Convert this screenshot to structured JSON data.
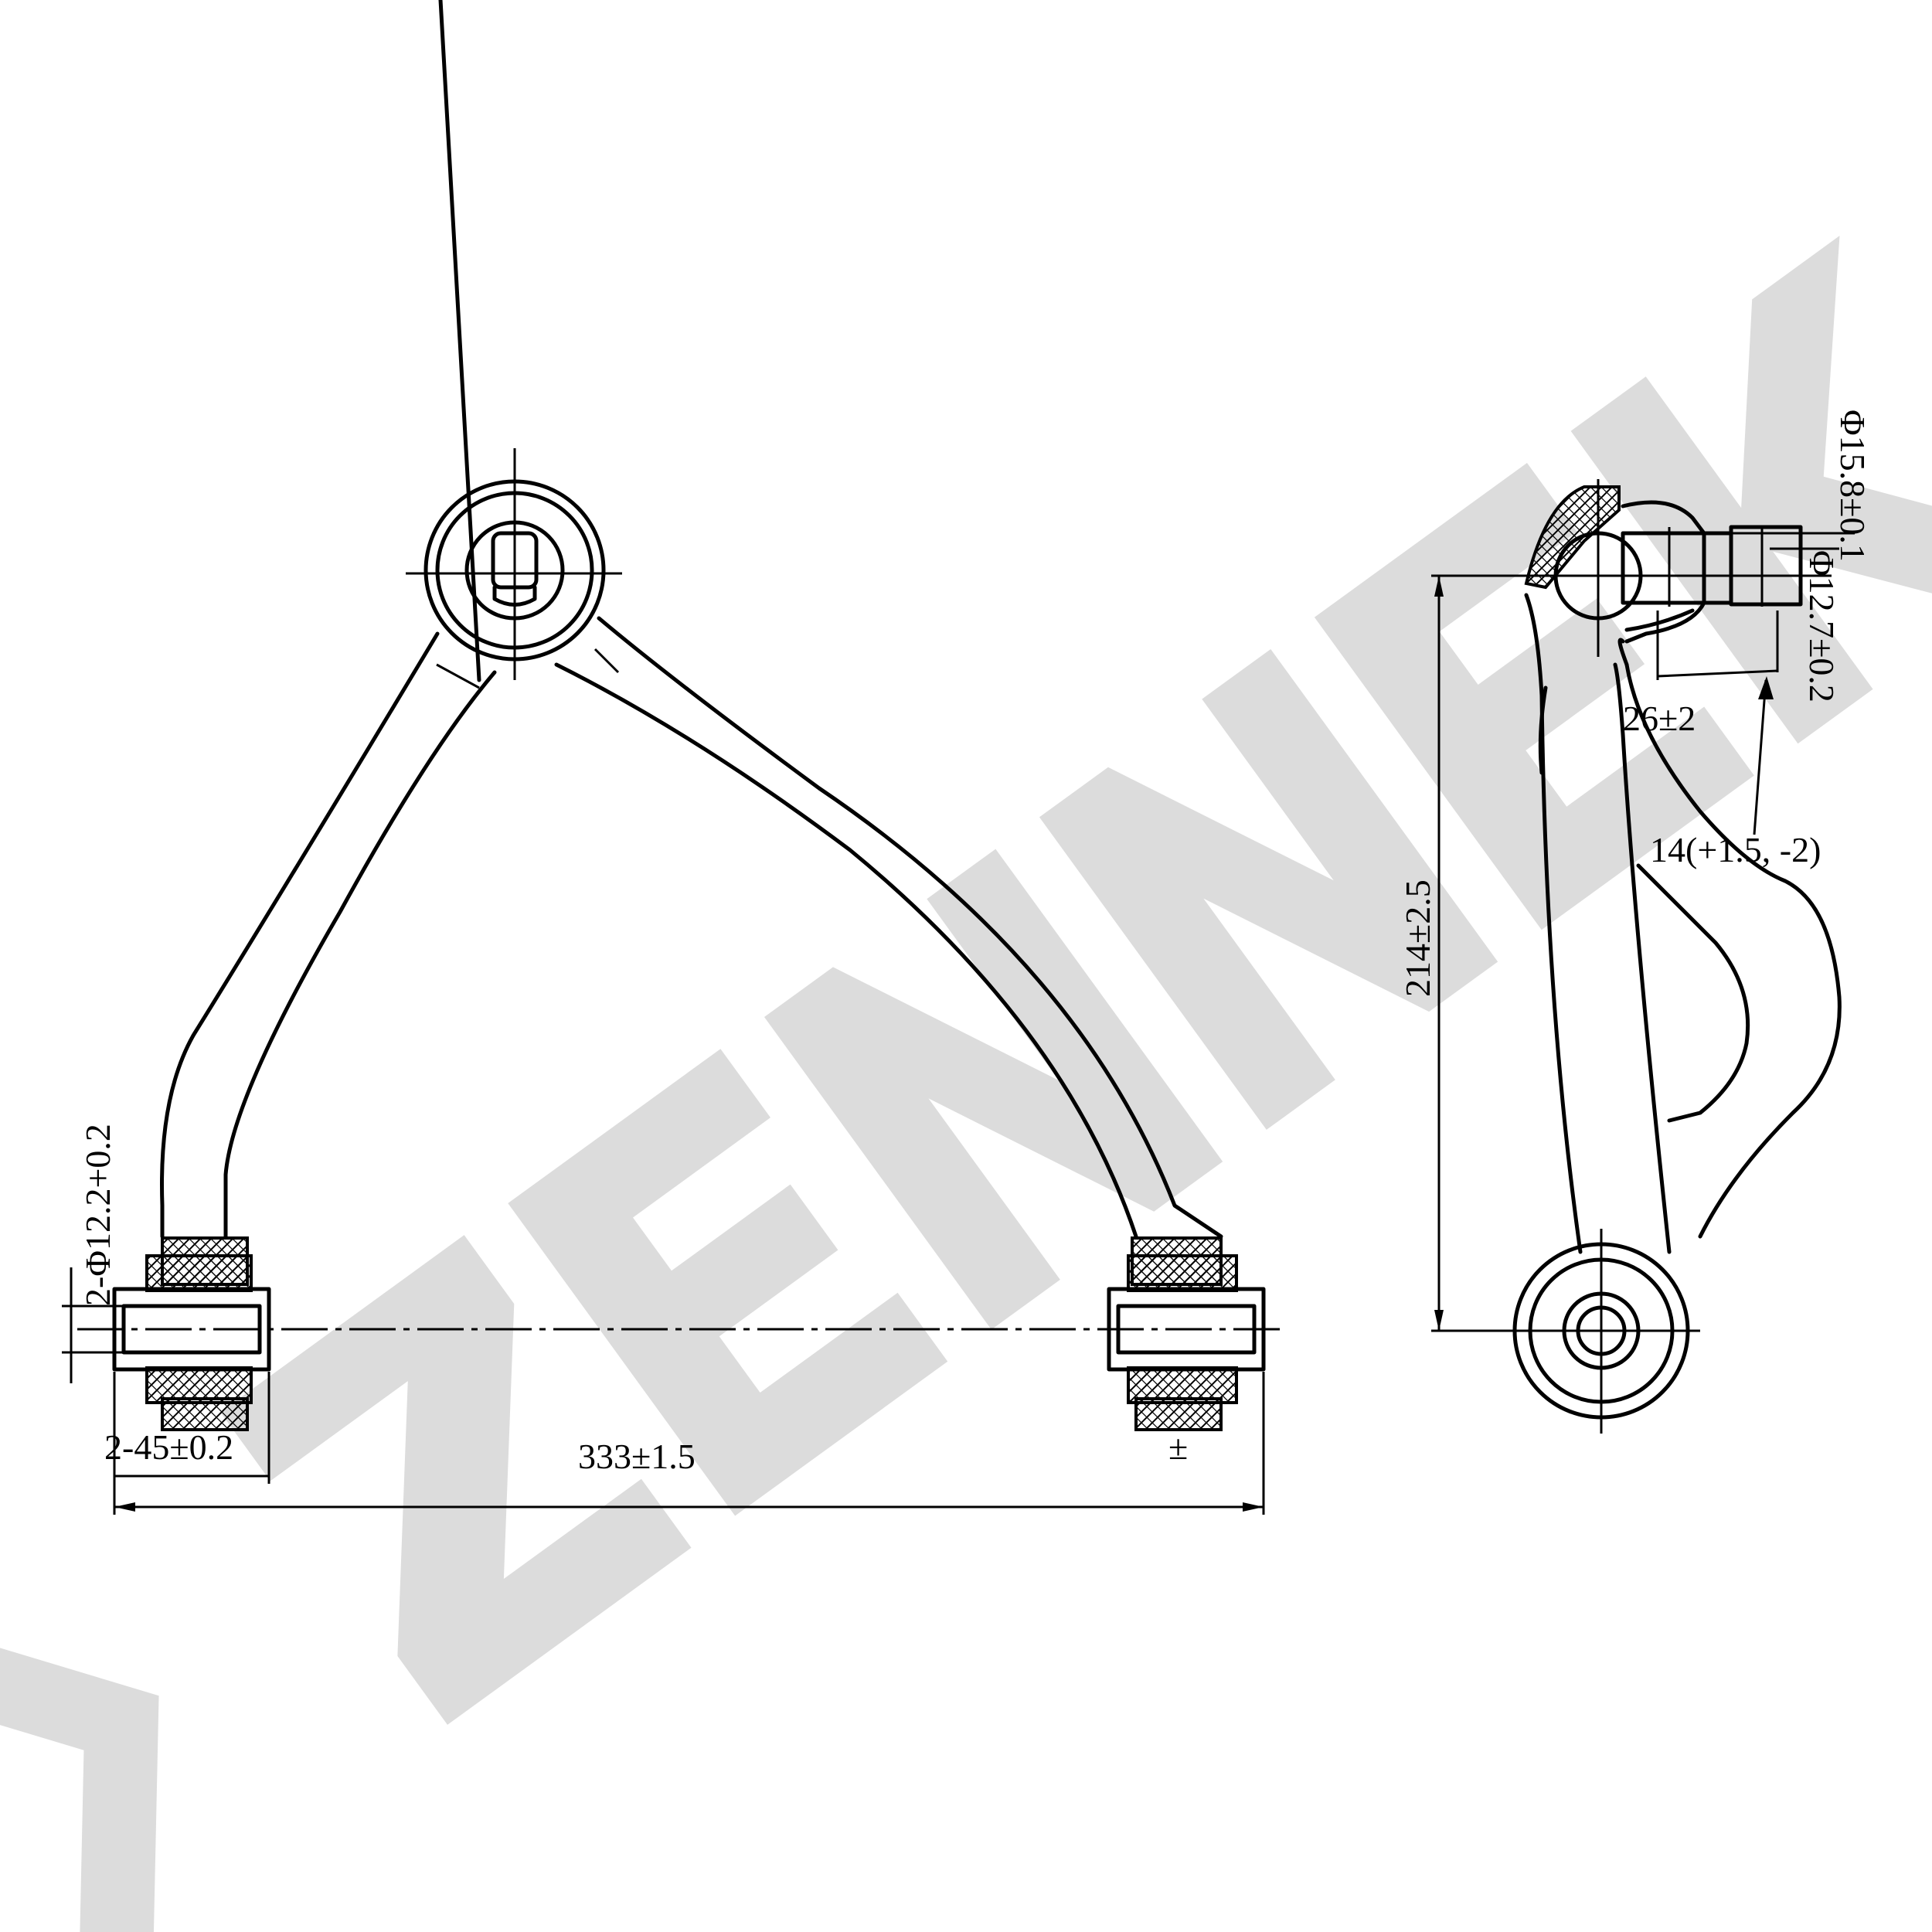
{
  "watermark": {
    "brand_text": "ZENNEK",
    "color": "#dcdcdc"
  },
  "front_view": {
    "dimensions": {
      "hole_diameter": "2-Φ12.2+0.2",
      "bushing_width": "2-45±0.2",
      "overall_length": "333±1.5",
      "right_tolerance_mark": "±"
    }
  },
  "side_view": {
    "dimensions": {
      "height": "214±2.5",
      "ball_stud_dia_large": "Φ15.8±0.1",
      "ball_stud_dia_small": "Φ12.7±0.2",
      "taper_length": "26±2",
      "offset": "14(+1.5, -2)"
    }
  },
  "colors": {
    "line": "#000000",
    "background": "#ffffff"
  }
}
